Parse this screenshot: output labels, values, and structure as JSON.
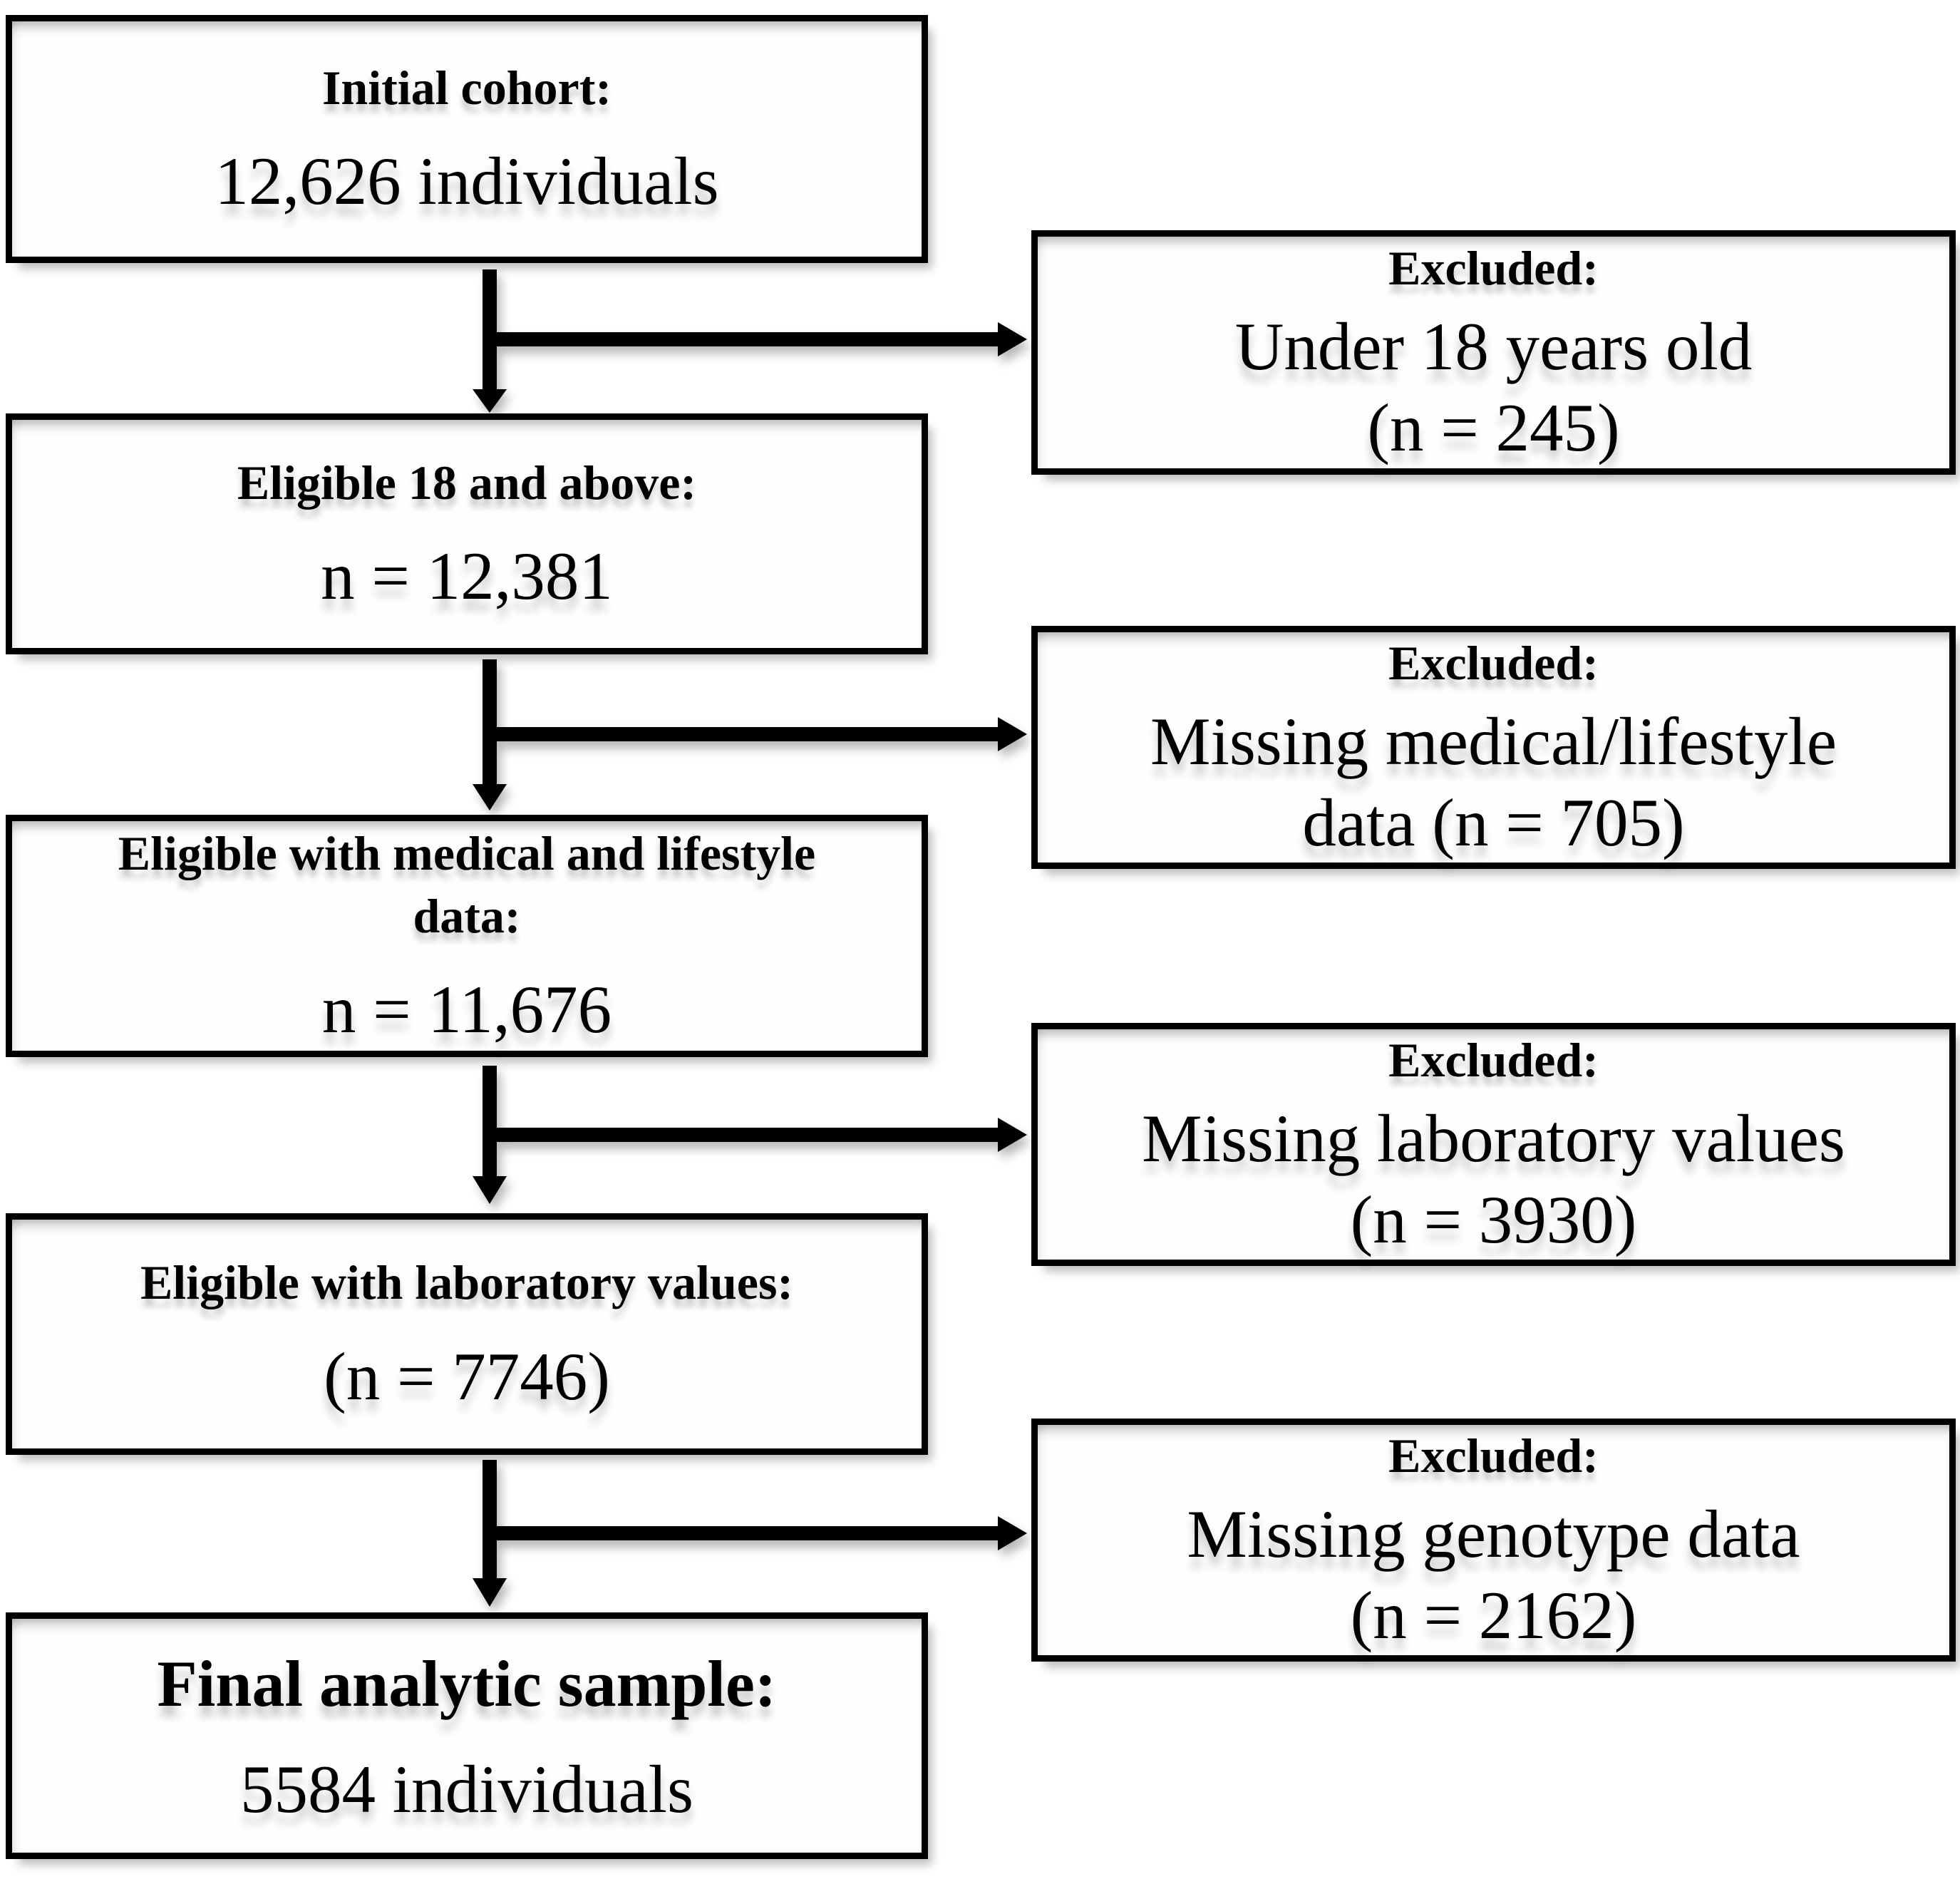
{
  "diagram": {
    "type": "flowchart",
    "background": "#ffffff",
    "box_border_color": "#000000",
    "text_color": "#000000",
    "arrow_color": "#000000",
    "steps": [
      {
        "label_lines": [
          "Initial cohort:"
        ],
        "value": "12,626 individuals"
      },
      {
        "label_lines": [
          "Eligible 18 and above:"
        ],
        "value": "n = 12,381"
      },
      {
        "label_lines": [
          "Eligible with medical and lifestyle",
          "data:"
        ],
        "value": "n = 11,676"
      },
      {
        "label_lines": [
          "Eligible with laboratory values:"
        ],
        "value": "(n = 7746)"
      },
      {
        "label_lines": [
          "Final analytic sample:"
        ],
        "value": "5584 individuals"
      }
    ],
    "exclusions": [
      {
        "label": "Excluded:",
        "lines": [
          "Under 18 years old",
          "(n = 245)"
        ]
      },
      {
        "label": "Excluded:",
        "lines": [
          "Missing medical/lifestyle",
          "data (n = 705)"
        ]
      },
      {
        "label": "Excluded:",
        "lines": [
          "Missing laboratory values",
          "(n = 3930)"
        ]
      },
      {
        "label": "Excluded:",
        "lines": [
          "Missing genotype data",
          "(n = 2162)"
        ]
      }
    ]
  }
}
